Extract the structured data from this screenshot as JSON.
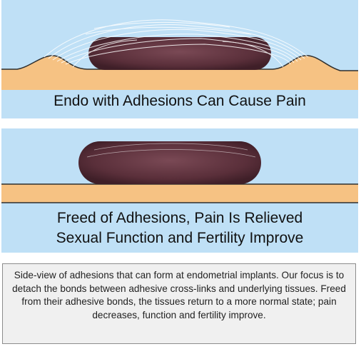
{
  "colors": {
    "background_blue": "#bfe0f6",
    "tissue_fill": "#f6c283",
    "tissue_edge": "#2f2f2f",
    "implant_fill": "#5a2f3a",
    "caption_background": "#f0f0f0",
    "caption_border": "#8c8c8c"
  },
  "top_panel": {
    "heading": "Endo with Adhesions Can Cause Pain"
  },
  "bottom_panel": {
    "heading_line1": "Freed of Adhesions, Pain Is Relieved",
    "heading_line2": "Sexual Function and Fertility Improve"
  },
  "caption": {
    "text": "Side-view of adhesions that can form at endometrial implants. Our focus is to detach the bonds between adhesive cross-links and underlying tissues. Freed from their adhesive bonds, the tissues return to a more normal state; pain decreases, function and fertility improve."
  }
}
